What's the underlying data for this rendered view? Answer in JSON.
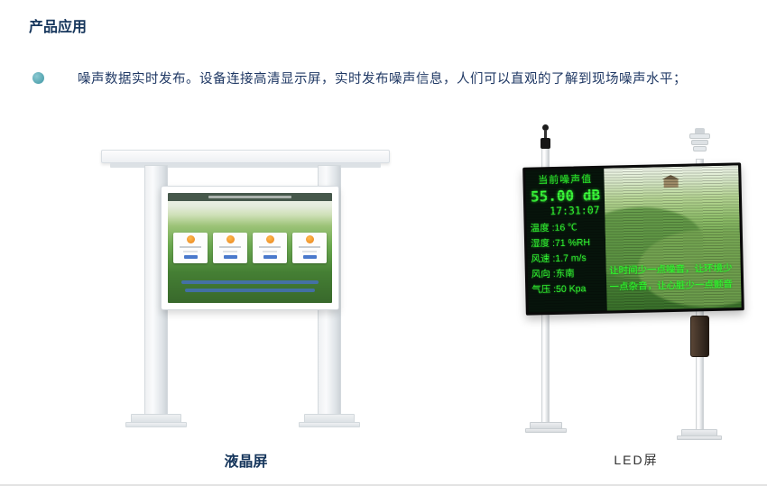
{
  "page": {
    "title": "产品应用",
    "bullet_text": "噪声数据实时发布。设备连接高清显示屏，实时发布噪声信息，人们可以直观的了解到现场噪声水平；"
  },
  "lcd_figure": {
    "caption": "液晶屏"
  },
  "led_figure": {
    "caption": "LED屏",
    "screen": {
      "header": "当前噪声值",
      "noise_value": "55.00 dB",
      "time": "17:31:07",
      "readings": [
        "温度 :16 ℃",
        "湿度 :71 %RH",
        "风速 :1.7 m/s",
        "风向 :东南",
        "气压 :50 Kpa"
      ],
      "slogan_line1": "让时间少一点噪音，让环境少",
      "slogan_line2": "一点杂音，让心脏少一点颤音"
    }
  },
  "colors": {
    "accent_teal": "#4FA7B3",
    "heading_navy": "#16365C",
    "body_navy": "#1F3864",
    "led_green": "#33FF33"
  }
}
